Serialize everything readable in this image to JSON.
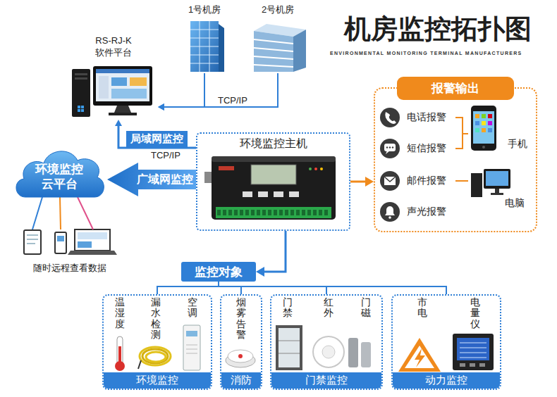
{
  "diagram": {
    "title": "机房监控拓扑图",
    "nodes": [
      {
        "text": [
          "RS-RJ-K 软件平台"
        ]
      },
      {
        "text": [
          "1号机房"
        ]
      },
      {
        "text": [
          "2号机房"
        ]
      },
      {
        "text": [
          "环境监控主机"
        ]
      },
      {
        "text": [
          "环境监控 云平台"
        ]
      },
      {
        "text": [
          "随时远程查看数据"
        ]
      },
      {
        "text": [
          "报警输出"
        ]
      },
      {
        "text": [
          "电话报警"
        ],
        "in": 6
      },
      {
        "text": [
          "短信报警"
        ],
        "in": 6
      },
      {
        "text": [
          "邮件报警"
        ],
        "in": 6
      },
      {
        "text": [
          "声光报警"
        ],
        "in": 6
      },
      {
        "text": [
          "手机"
        ],
        "in": 6
      },
      {
        "text": [
          "电脑"
        ],
        "in": 6
      },
      {
        "text": [
          "监控对象"
        ]
      },
      {
        "text": [
          "环境监控"
        ]
      },
      {
        "text": [
          "温湿度"
        ],
        "in": 14
      },
      {
        "text": [
          "漏水检测"
        ],
        "in": 14
      },
      {
        "text": [
          "空调"
        ],
        "in": 14
      },
      {
        "text": [
          "消防"
        ]
      },
      {
        "text": [
          "烟雾告警"
        ],
        "in": 18
      },
      {
        "text": [
          "门禁监控"
        ]
      },
      {
        "text": [
          "门禁"
        ],
        "in": 20
      },
      {
        "text": [
          "红外"
        ],
        "in": 20
      },
      {
        "text": [
          "门磁"
        ],
        "in": 20
      },
      {
        "text": [
          "动力监控"
        ]
      },
      {
        "text": [
          "市电"
        ],
        "in": 24
      },
      {
        "text": [
          "电量仪"
        ],
        "in": 24
      }
    ],
    "edges": [
      {
        "from": 1,
        "to": 0,
        "arrow": "to",
        "label": "TCP/IP"
      },
      {
        "from": 2,
        "to": 0,
        "arrow": "to"
      },
      {
        "from": 3,
        "to": 0,
        "arrow": "to",
        "label": "局域网监控"
      },
      {
        "from": 3,
        "to": 4,
        "arrow": "to",
        "label": "广域网监控"
      },
      {
        "from": 4,
        "to": 5,
        "arrow": "none"
      },
      {
        "from": 3,
        "to": 6,
        "arrow": "to"
      },
      {
        "from": 7,
        "to": 11,
        "arrow": "none"
      },
      {
        "from": 8,
        "to": 11,
        "arrow": "none"
      },
      {
        "from": 9,
        "to": 12,
        "arrow": "none"
      },
      {
        "from": 3,
        "to": 13,
        "arrow": "to"
      },
      {
        "from": 13,
        "to": 14,
        "arrow": "none"
      },
      {
        "from": 13,
        "to": 18,
        "arrow": "none"
      },
      {
        "from": 13,
        "to": 20,
        "arrow": "none"
      },
      {
        "from": 13,
        "to": 24,
        "arrow": "none"
      }
    ],
    "labels": [
      "ENVIRONMENTAL MONITORING TERMINAL MANUFACTURERS",
      "TCP/IP"
    ]
  }
}
